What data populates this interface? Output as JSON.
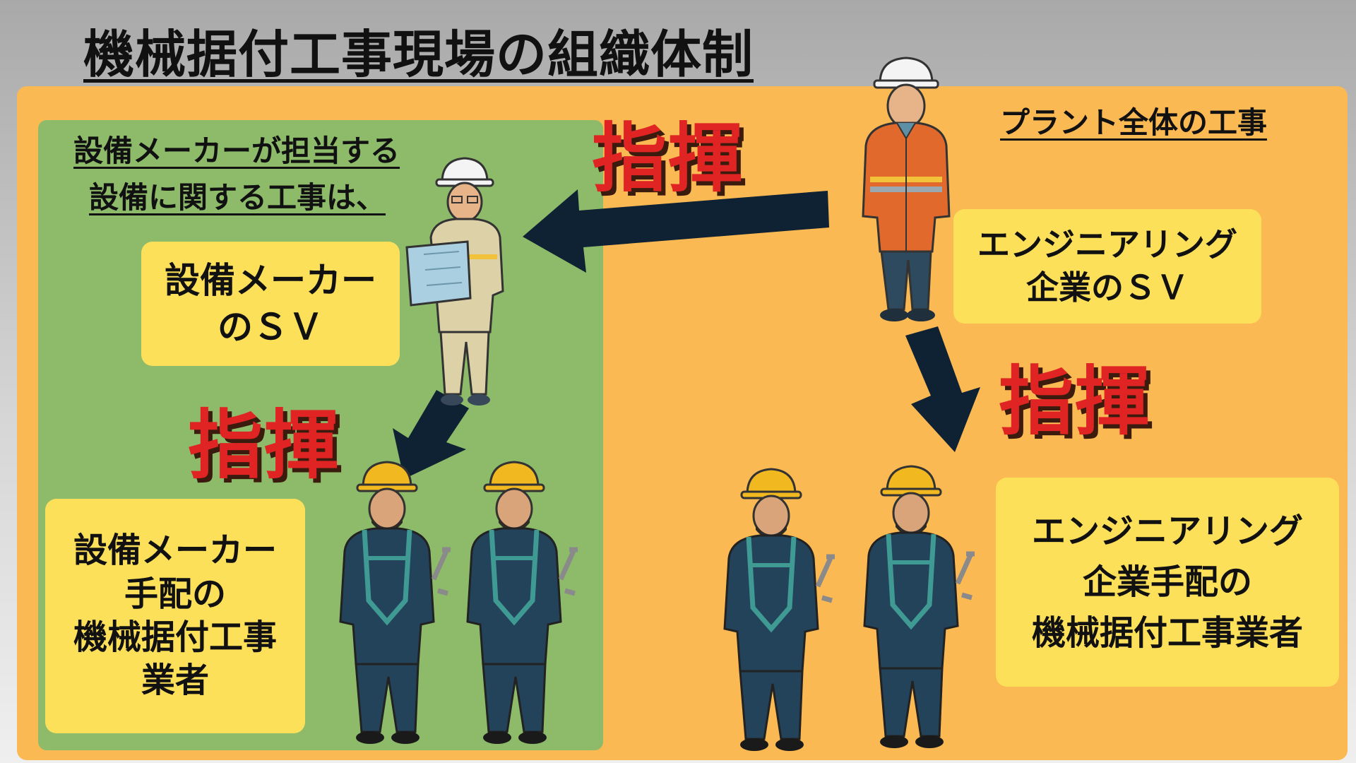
{
  "title": "機械据付工事現場の組織体制",
  "green_panel": {
    "note_line1": "設備メーカーが担当する",
    "note_line2": "設備に関する工事は、"
  },
  "orange_panel": {
    "label": "プラント全体の工事"
  },
  "boxes": {
    "maker_sv": "設備メーカー\nのＳＶ",
    "eng_sv": "エンジニアリング\n企業のＳＶ",
    "maker_workers": "設備メーカー\n手配の\n機械据付工事\n業者",
    "eng_workers": "エンジニアリング\n企業手配の\n機械据付工事業者"
  },
  "command_label": "指揮",
  "colors": {
    "orange_panel": "#fbb953",
    "green_panel": "#8dbb6a",
    "label_box": "#fde05a",
    "command_text": "#e02424",
    "arrow": "#0f2233"
  }
}
